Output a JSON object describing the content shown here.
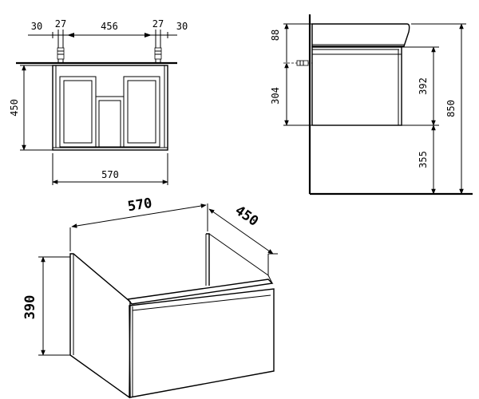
{
  "front_view": {
    "top_dims": [
      "30",
      "27",
      "456",
      "27",
      "30"
    ],
    "height": "450",
    "width": "570"
  },
  "side_view": {
    "basin_height": "88",
    "drawer_height_a": "304",
    "drawer_height_b": "392",
    "floor_clearance": "355",
    "total_height": "850"
  },
  "iso_view": {
    "width": "570",
    "depth": "450",
    "height": "390"
  }
}
